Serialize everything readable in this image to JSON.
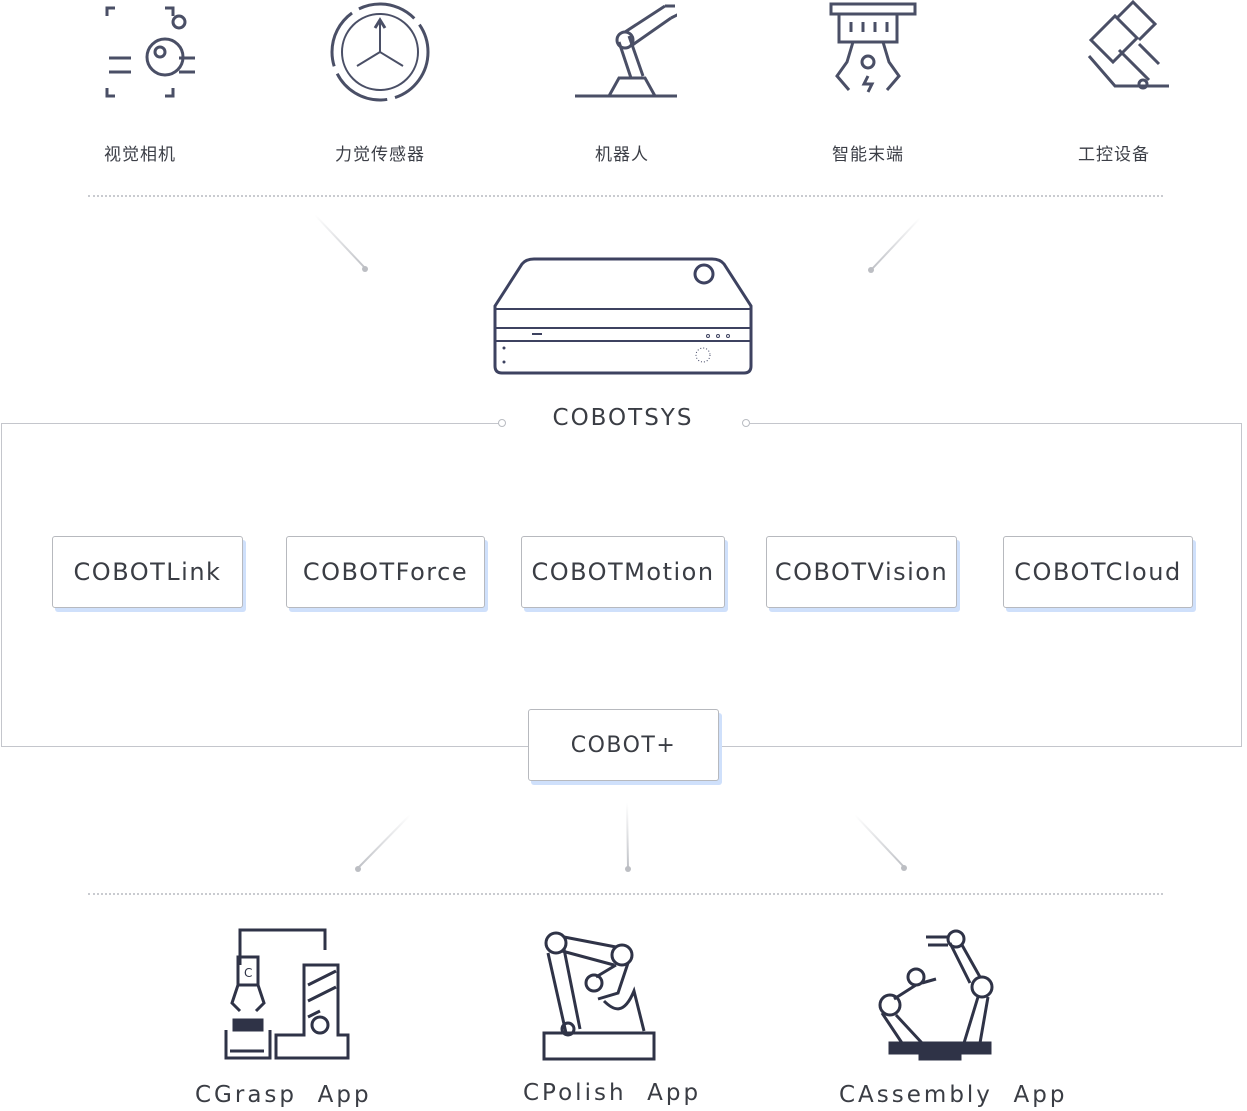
{
  "inputs": [
    {
      "label": "视觉相机",
      "icon": "camera-icon"
    },
    {
      "label": "力觉传感器",
      "icon": "force-sensor-icon"
    },
    {
      "label": "机器人",
      "icon": "robot-arm-icon"
    },
    {
      "label": "智能末端",
      "icon": "gripper-icon"
    },
    {
      "label": "工控设备",
      "icon": "industrial-control-icon"
    }
  ],
  "system": {
    "title": "COBOTSYS",
    "icon": "controller-box-icon"
  },
  "modules": [
    "COBOTLink",
    "COBOTForce",
    "COBOTMotion",
    "COBOTVision",
    "COBOTCloud"
  ],
  "platform": {
    "label": "COBOT+"
  },
  "apps": [
    {
      "label": "CGrasp  App",
      "icon": "grasp-robot-icon"
    },
    {
      "label": "CPolish  App",
      "icon": "polish-robot-icon"
    },
    {
      "label": "CAssembly  App",
      "icon": "assembly-robot-icon"
    }
  ],
  "colors": {
    "stroke": "#4a4f66",
    "text": "#3a3d44",
    "shadow": "#cfe0fb",
    "line": "#c4c6cc"
  }
}
